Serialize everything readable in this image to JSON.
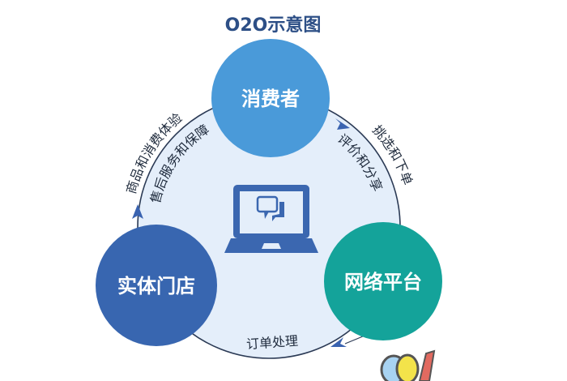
{
  "title": "O2O示意图",
  "nodes": {
    "consumer": {
      "label": "消费者",
      "color": "#4a9ad9"
    },
    "store": {
      "label": "实体门店",
      "color": "#3866b0"
    },
    "platform": {
      "label": "网络平台",
      "color": "#14a39a"
    }
  },
  "arcs": {
    "left_outer": "商品和消费体验",
    "left_inner": "售后服务和保障",
    "right_outer": "挑选和下单",
    "right_inner": "评价和分享",
    "bottom": "订单处理"
  },
  "colors": {
    "background_circle": "#e4eefa",
    "arc_stroke": "#2b3a55",
    "arrow": "#3a63b0",
    "laptop": "#3b67b0"
  },
  "icons": {
    "center": "laptop-chat-icon",
    "logo": "brand-logo"
  }
}
